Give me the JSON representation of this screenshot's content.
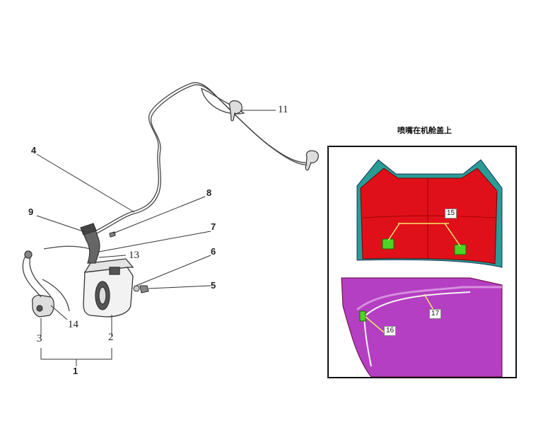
{
  "inset": {
    "title": "喷嘴在机舱盖上",
    "tags": {
      "t15": "15",
      "t16": "16",
      "t17": "17"
    }
  },
  "callouts": {
    "c1": "1",
    "c2": "2",
    "c3": "3",
    "c4": "4",
    "c5": "5",
    "c6": "6",
    "c7": "7",
    "c8": "8",
    "c9": "9",
    "c11": "11",
    "c13": "13",
    "c14": "14"
  },
  "colors": {
    "hood_red": "#e0101a",
    "hood_teal": "#2a9c96",
    "inner_magenta": "#b43fc2",
    "nozzle_green": "#4cd424",
    "line_drawing": "#333333"
  }
}
